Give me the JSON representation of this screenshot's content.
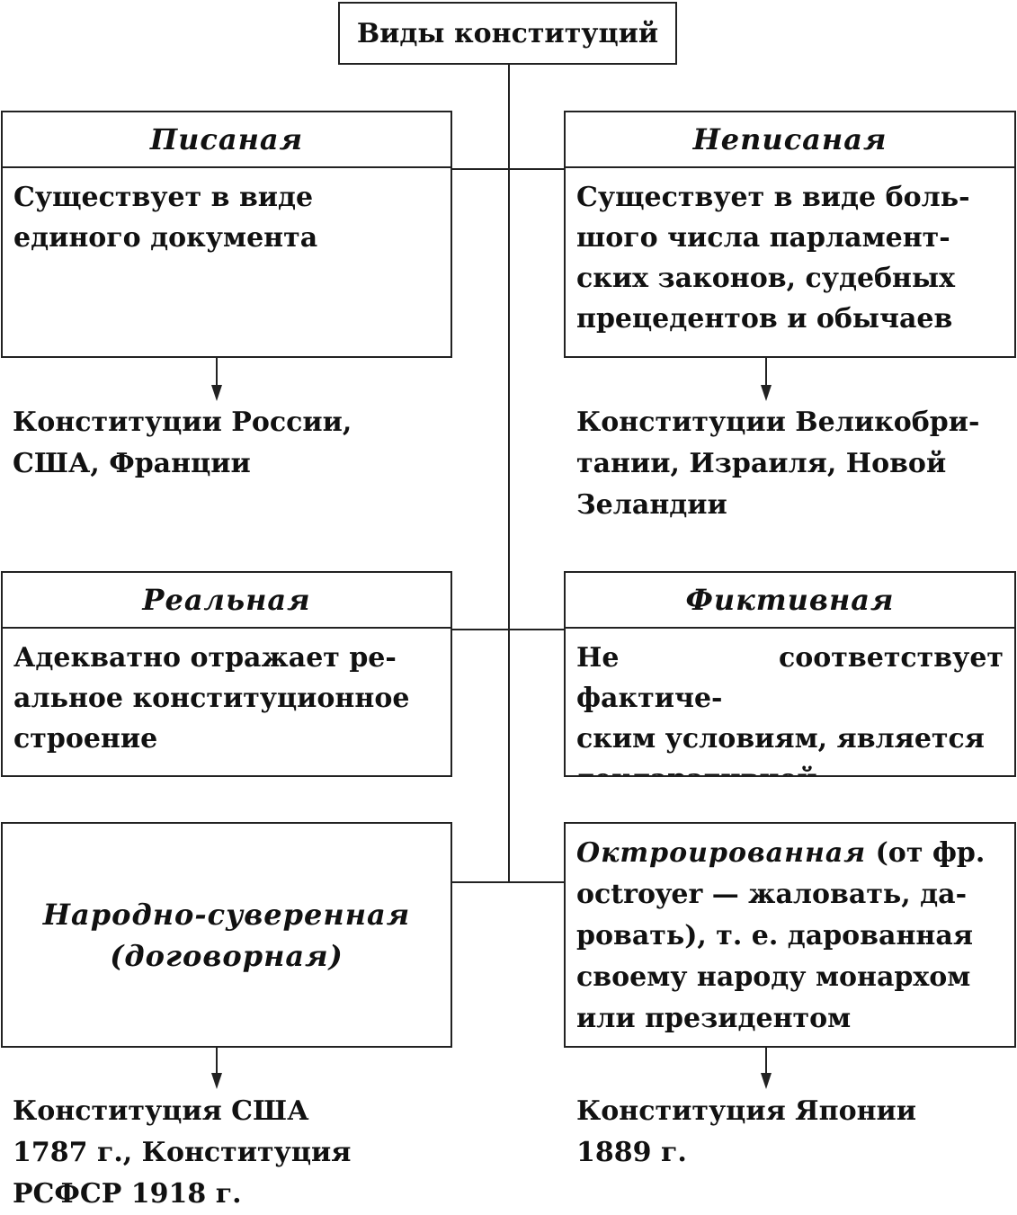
{
  "title": "Виды конституций",
  "written": {
    "name": "Писаная",
    "description": "Существует в виде единого документа",
    "examples": [
      "Конституции России,",
      "США, Франции"
    ]
  },
  "unwritten": {
    "name": "Неписаная",
    "description_lines": [
      "Существует в виде боль-",
      "шого числа парламент-",
      "ских законов, судебных",
      "прецедентов и обычаев"
    ],
    "examples": [
      "Конституции Великобри-",
      "тании, Израиля, Новой",
      "Зеландии"
    ]
  },
  "real": {
    "name": "Реальная",
    "description_lines": [
      "Адекватно отражает ре-",
      "альное конституционное",
      "строение"
    ]
  },
  "fictitious": {
    "name": "Фиктивная",
    "description_lines": [
      "Не соответствует фактиче-",
      "ским условиям, является",
      "декларативной"
    ]
  },
  "popular": {
    "name_line1": "Народно-суверенная",
    "name_line2": "(договорная)",
    "examples": [
      "Конституция США",
      "1787 г., Конституция",
      "РСФСР 1918 г."
    ]
  },
  "octroyed": {
    "name": "Октроированная",
    "description_rest": " (от фр.",
    "description_lines": [
      "octroyer — жаловать, да-",
      "ровать), т. е. дарованная",
      "своему народу монархом",
      "или президентом"
    ],
    "examples": [
      "Конституция Японии",
      "1889 г."
    ]
  }
}
